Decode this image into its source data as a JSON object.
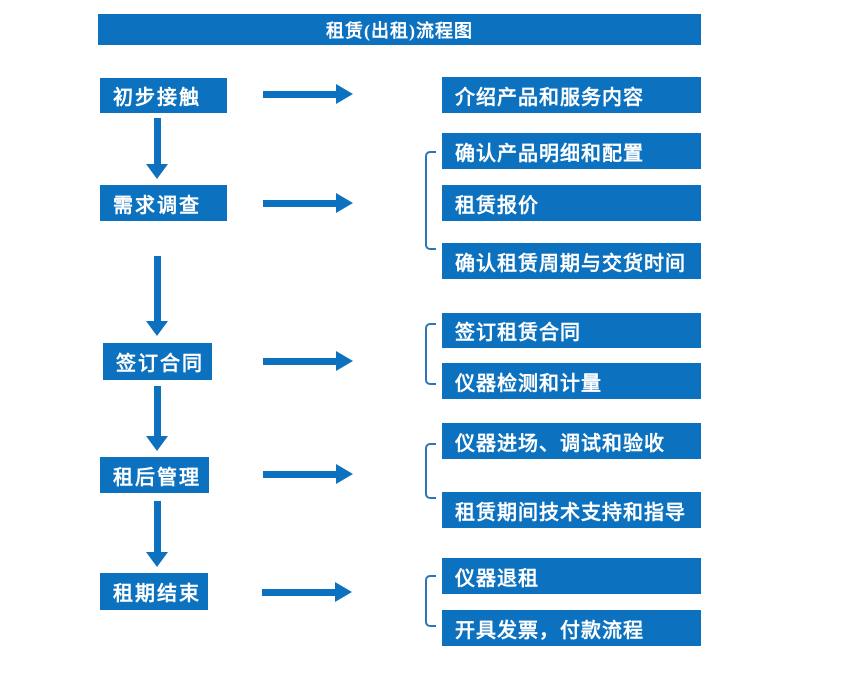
{
  "title": "租赁(出租)流程图",
  "colors": {
    "primary_blue": "#0C71BE",
    "bracket_blue": "#2E75B6",
    "text_white": "#FFFFFF",
    "background": "#FFFFFF"
  },
  "stages": [
    {
      "label": "初步接触",
      "outputs": [
        "介绍产品和服务内容"
      ]
    },
    {
      "label": "需求调查",
      "outputs": [
        "确认产品明细和配置",
        "租赁报价",
        "确认租赁周期与交货时间"
      ]
    },
    {
      "label": "签订合同",
      "outputs": [
        "签订租赁合同",
        "仪器检测和计量"
      ]
    },
    {
      "label": "租后管理",
      "outputs": [
        "仪器进场、调试和验收",
        "租赁期间技术支持和指导"
      ]
    },
    {
      "label": "租期结束",
      "outputs": [
        "仪器退租",
        "开具发票，付款流程"
      ]
    }
  ]
}
